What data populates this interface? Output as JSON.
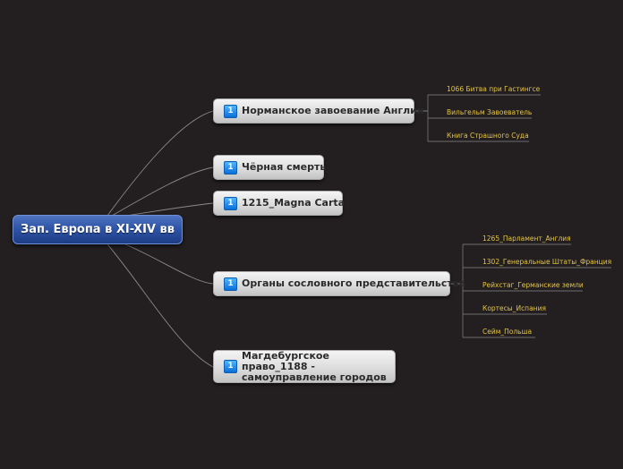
{
  "root": {
    "label": "Зап. Европа в XI-XIV вв"
  },
  "topics": [
    {
      "label": "Норманское завоевание Англии",
      "priority": "1",
      "subtopics": [
        "1066 Битва при Гастингсе",
        "Вильгельм Завоеватель",
        "Книга Страшного Суда"
      ]
    },
    {
      "label": "Чёрная смерть",
      "priority": "1",
      "subtopics": []
    },
    {
      "label": "1215_Magna Carta",
      "priority": "1",
      "subtopics": []
    },
    {
      "label": "Органы сословного представительства",
      "priority": "1",
      "subtopics": [
        "1265_Парламент_Англия",
        "1302_Генеральные Штаты_Франция",
        "Рейхстаг_Германские земли",
        "Кортесы_Испания",
        "Сейм_Польша"
      ]
    },
    {
      "label": "Магдебургское право_1188 - самоуправление городов",
      "priority": "1",
      "subtopics": []
    }
  ],
  "colors": {
    "background": "#231f20",
    "root_fill": "#2f55a8",
    "topic_fill": "#dddddd",
    "subtopic_text": "#e4c445",
    "priority_badge": "#1a8ae8",
    "connector": "#8a8a8a"
  },
  "icons": {
    "priority": "priority-1-icon"
  }
}
